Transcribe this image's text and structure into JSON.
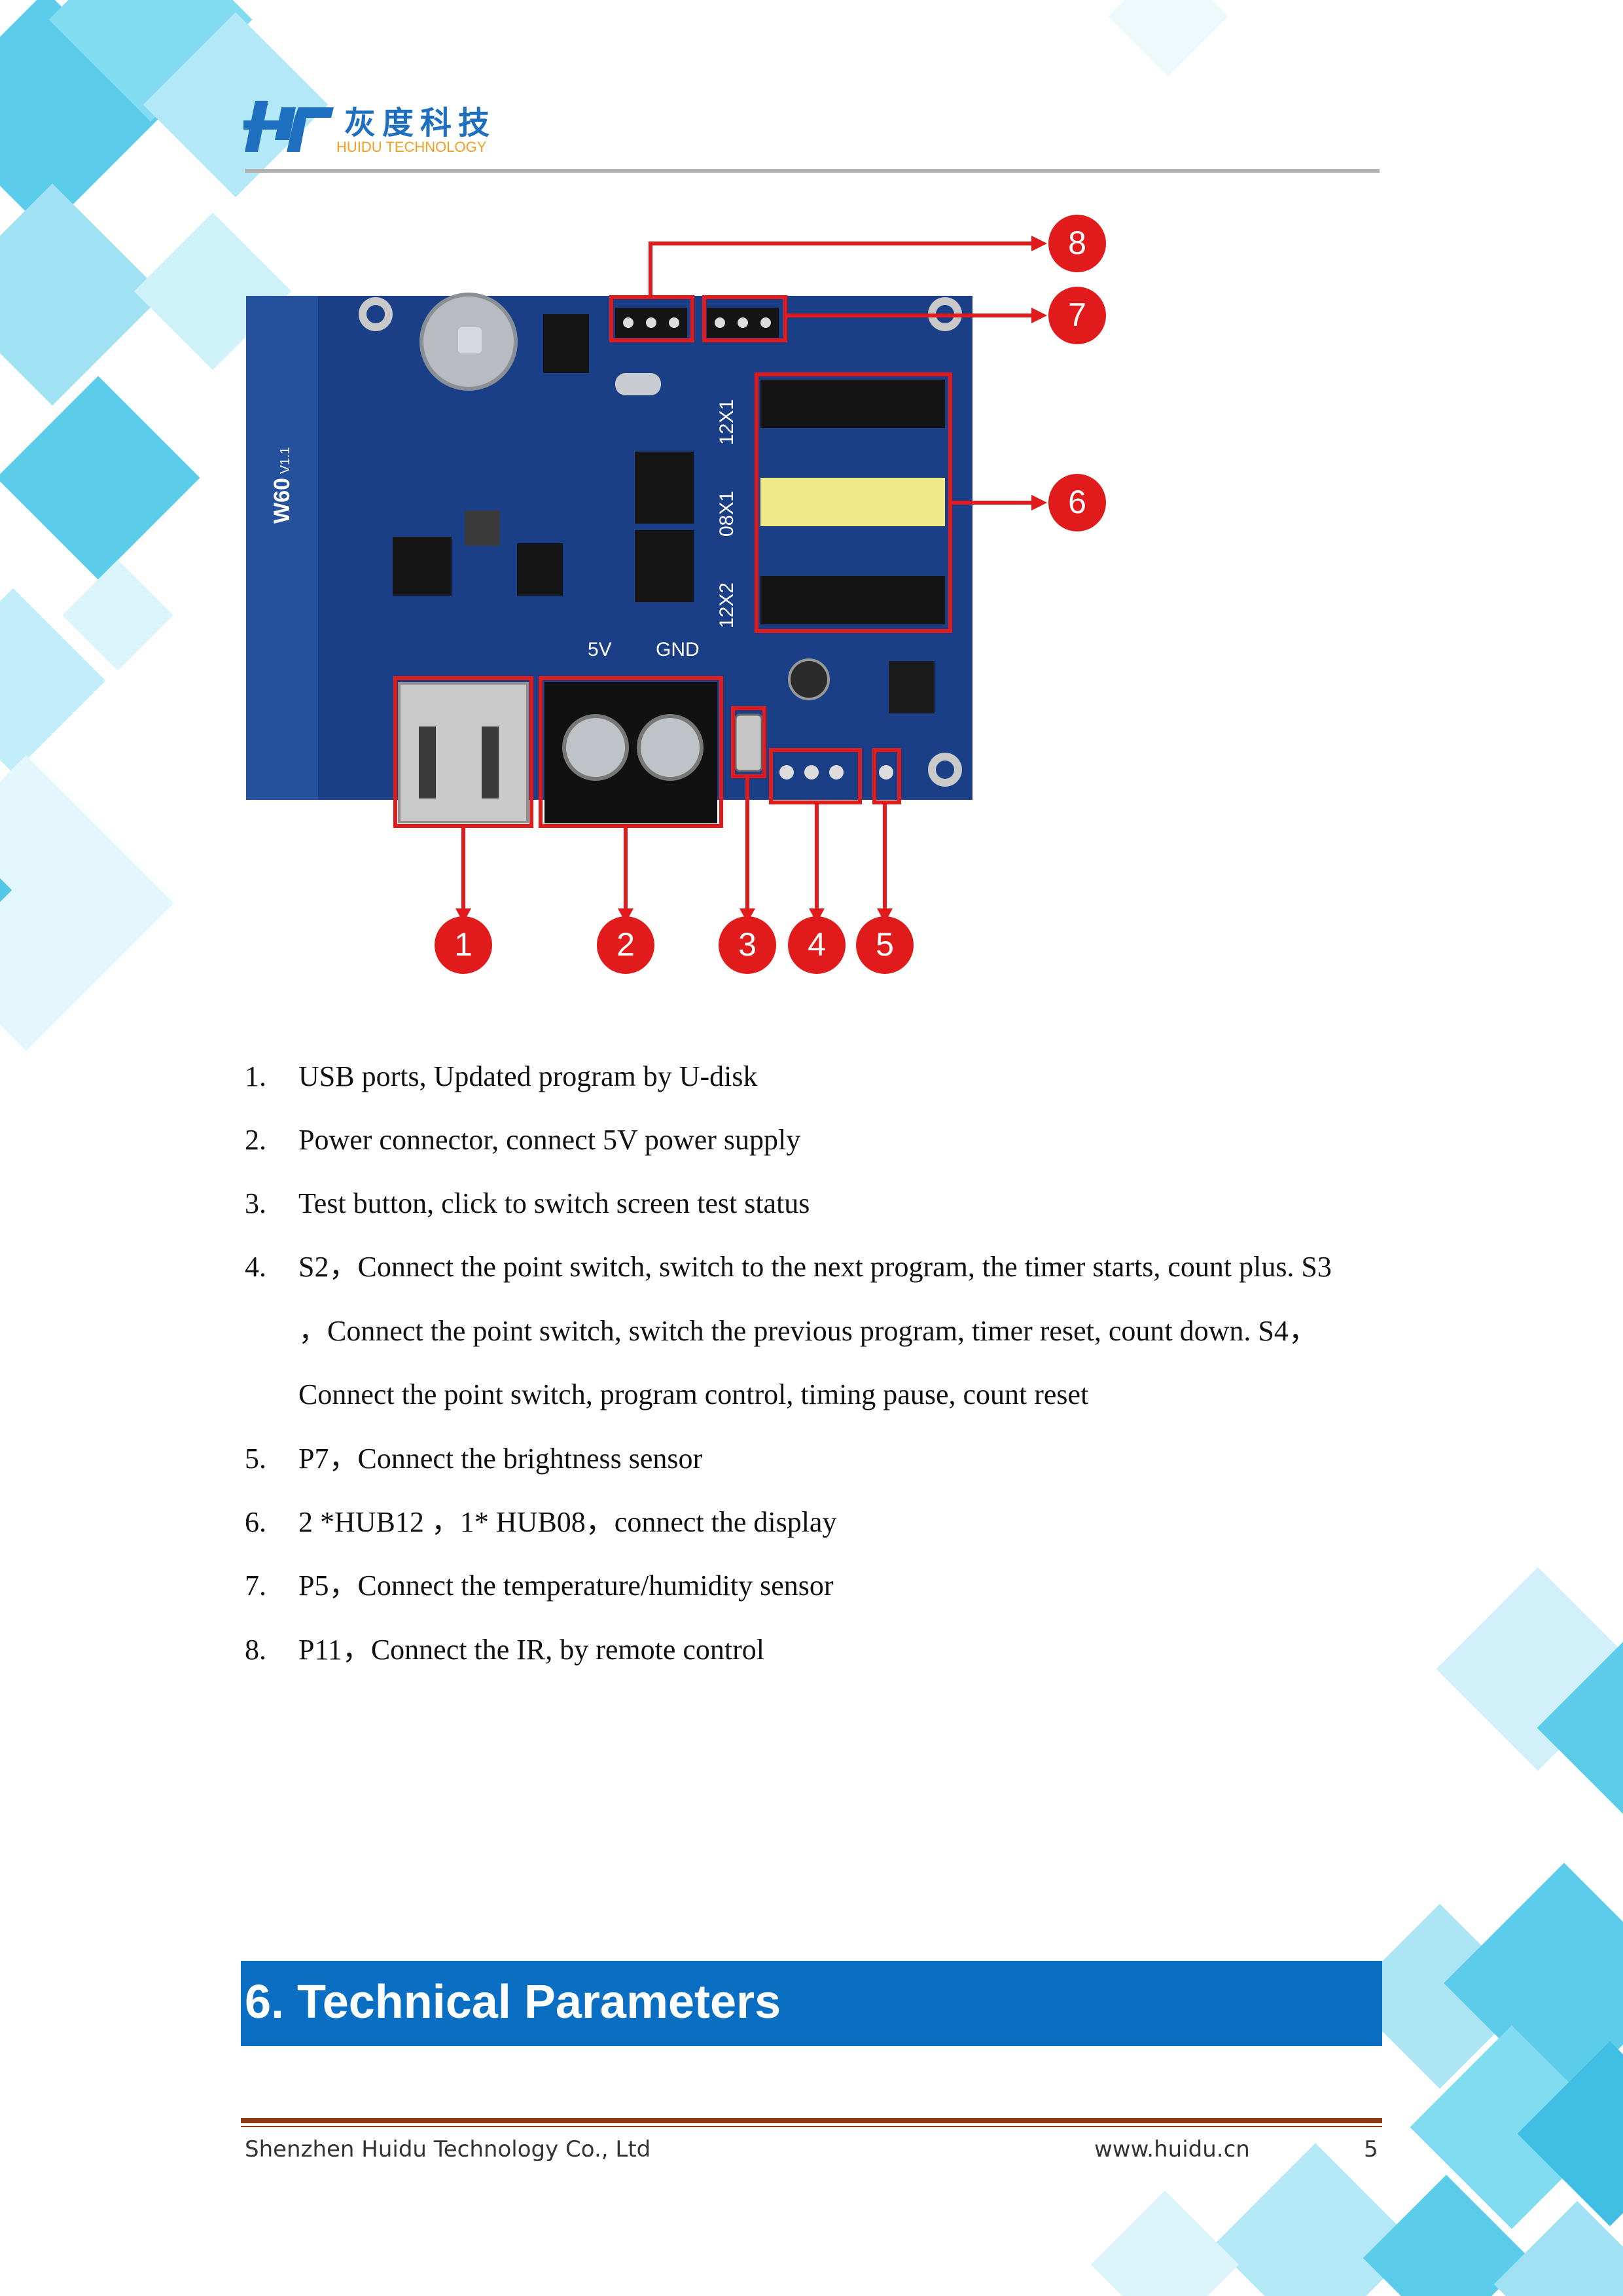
{
  "header": {
    "logo_cn": "灰度科技",
    "logo_en": "HUIDU TECHNOLOGY"
  },
  "board": {
    "model_label": "W60",
    "model_version": "V1.1",
    "power_labels": [
      "5V",
      "GND"
    ],
    "hub_labels": [
      "12X1",
      "08X1",
      "12X2"
    ],
    "callouts": [
      "1",
      "2",
      "3",
      "4",
      "5",
      "6",
      "7",
      "8"
    ]
  },
  "list": [
    {
      "num": "1.",
      "lines": [
        "USB ports, Updated program by U-disk"
      ]
    },
    {
      "num": "2.",
      "lines": [
        "Power connector, connect 5V power supply"
      ]
    },
    {
      "num": "3.",
      "lines": [
        "Test button, click to switch screen test status"
      ]
    },
    {
      "num": "4.",
      "lines": [
        "S2，Connect the point switch, switch to the next program, the timer starts, count plus. S3",
        "，Connect the point switch, switch the previous program, timer reset, count down. S4，",
        "Connect the point switch, program control, timing pause, count reset"
      ]
    },
    {
      "num": "5.",
      "lines": [
        "P7，Connect the brightness sensor"
      ]
    },
    {
      "num": "6.",
      "lines": [
        "2 *HUB12 ，1* HUB08，connect the display"
      ]
    },
    {
      "num": "7.",
      "lines": [
        "P5，Connect the temperature/humidity sensor"
      ]
    },
    {
      "num": "8.",
      "lines": [
        "P11，Connect the IR, by remote control"
      ]
    }
  ],
  "section": {
    "title": "6. Technical Parameters"
  },
  "footer": {
    "company": "Shenzhen Huidu Technology Co., Ltd",
    "website": "www.huidu.cn",
    "page": "5"
  },
  "colors": {
    "accent_blue": "#0a6fc2",
    "callout_red": "#e11b1b",
    "footer_rule": "#8b3a14",
    "pcb_blue": "#1a3f86"
  }
}
